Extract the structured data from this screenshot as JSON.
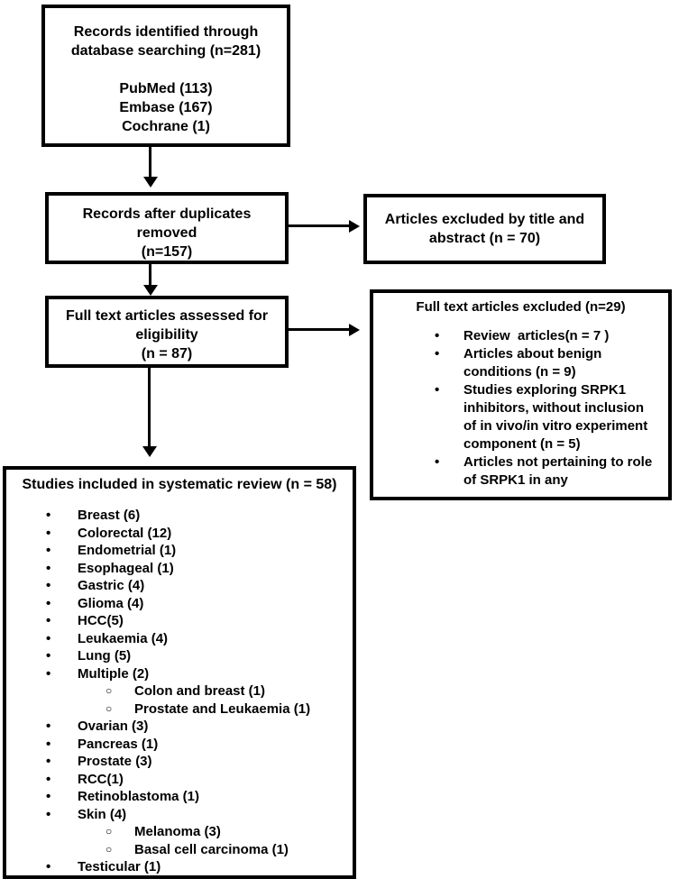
{
  "colors": {
    "line": "#000000",
    "text": "#000000",
    "background": "#ffffff"
  },
  "list_markers": {
    "level1": "•",
    "level2": "○"
  },
  "boxes": {
    "identification": {
      "heading_lines": [
        "Records identified through",
        "database searching (n=281)"
      ],
      "sources": [
        "PubMed (113)",
        "Embase (167)",
        "Cochrane (1)"
      ]
    },
    "duplicates_removed": {
      "lines": [
        "Records after duplicates",
        "removed",
        "(n=157)"
      ]
    },
    "excluded_title_abstract": {
      "lines": [
        "Articles excluded by title and",
        "abstract (n = 70)"
      ]
    },
    "fulltext_assessed": {
      "lines": [
        "Full text articles assessed for",
        "eligibility",
        "(n = 87)"
      ]
    },
    "fulltext_excluded": {
      "title": "Full text articles excluded (n=29)",
      "bullets": [
        {
          "label": "Review  articles(n = 7 )",
          "level": 1
        },
        {
          "label": "Articles about benign conditions (n = 9)",
          "level": 1
        },
        {
          "label": "Studies exploring SRPK1 inhibitors, without inclusion of in vivo/in vitro experiment component (n = 5)",
          "level": 1
        },
        {
          "label": "Articles not pertaining to role of SRPK1 in any",
          "level": 1
        }
      ]
    },
    "studies_included": {
      "title": "Studies included in systematic review (n = 58)",
      "items": [
        {
          "label": "Breast (6)",
          "level": 1
        },
        {
          "label": "Colorectal (12)",
          "level": 1
        },
        {
          "label": "Endometrial (1)",
          "level": 1
        },
        {
          "label": "Esophageal (1)",
          "level": 1
        },
        {
          "label": "Gastric (4)",
          "level": 1
        },
        {
          "label": "Glioma (4)",
          "level": 1
        },
        {
          "label": "HCC(5)",
          "level": 1
        },
        {
          "label": "Leukaemia (4)",
          "level": 1
        },
        {
          "label": "Lung (5)",
          "level": 1
        },
        {
          "label": "Multiple (2)",
          "level": 1
        },
        {
          "label": "Colon and breast (1)",
          "level": 2
        },
        {
          "label": "Prostate and Leukaemia (1)",
          "level": 2
        },
        {
          "label": "Ovarian (3)",
          "level": 1
        },
        {
          "label": "Pancreas (1)",
          "level": 1
        },
        {
          "label": "Prostate (3)",
          "level": 1
        },
        {
          "label": "RCC(1)",
          "level": 1
        },
        {
          "label": "Retinoblastoma (1)",
          "level": 1
        },
        {
          "label": "Skin (4)",
          "level": 1
        },
        {
          "label": "Melanoma (3)",
          "level": 2
        },
        {
          "label": "Basal cell carcinoma (1)",
          "level": 2
        },
        {
          "label": "Testicular (1)",
          "level": 1
        }
      ]
    }
  }
}
